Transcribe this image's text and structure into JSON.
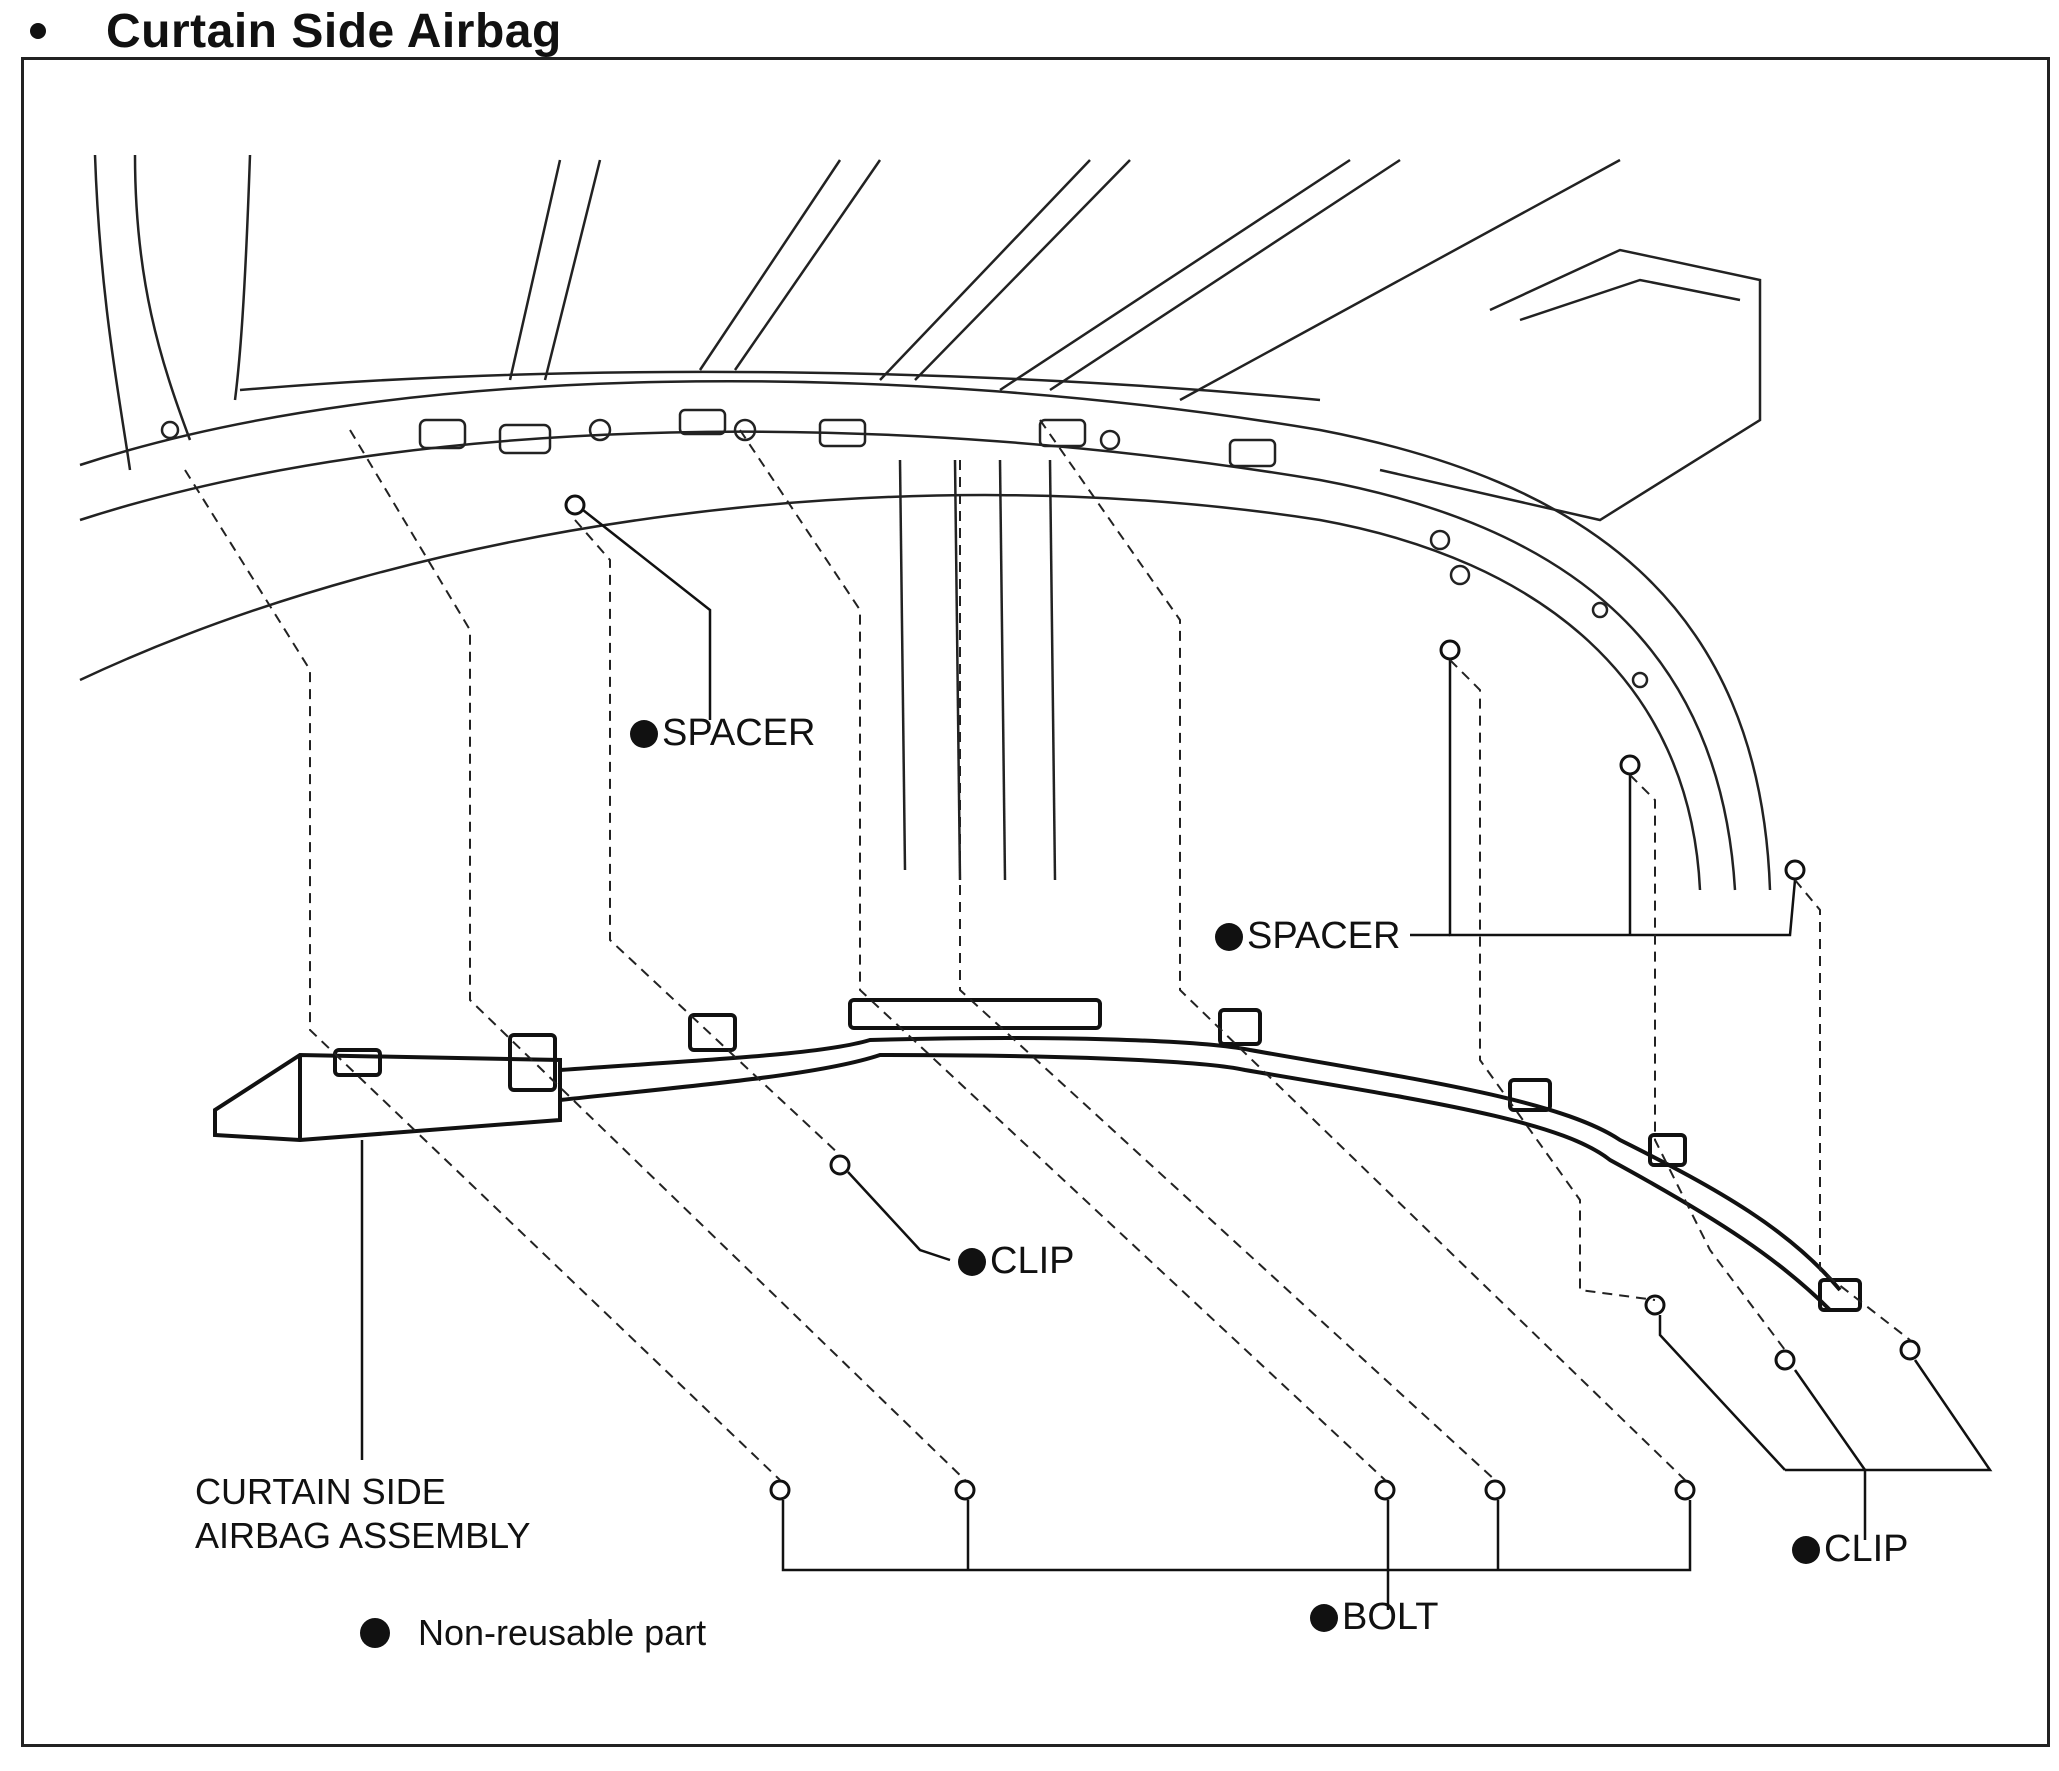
{
  "heading": {
    "title": "Curtain Side Airbag"
  },
  "callouts": {
    "spacer_upper": "SPACER",
    "spacer_right": "SPACER",
    "clip_center": "CLIP",
    "clip_right": "CLIP",
    "bolt": "BOLT",
    "assembly_line1": "CURTAIN SIDE",
    "assembly_line2": "AIRBAG ASSEMBLY"
  },
  "legend": {
    "label": "Non-reusable part"
  }
}
